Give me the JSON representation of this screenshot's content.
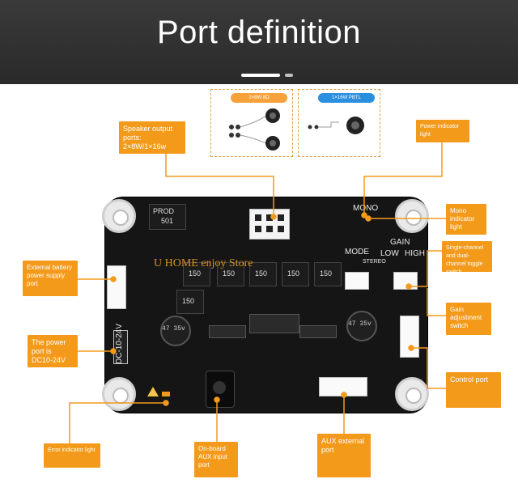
{
  "banner": {
    "title": "Port definition"
  },
  "reference_panels": [
    {
      "header": "2×8W 8Ω",
      "header_color": "#f6a13a"
    },
    {
      "header": "1×16W PBTL",
      "header_color": "#2b8fe0"
    }
  ],
  "callouts": {
    "speaker_output": "Speaker output ports: 2×8W/1×16w",
    "power_indicator": "Power indicator light",
    "mono_indicator": "Mono indicator light",
    "channel_toggle": "Single-channel and dual-channel toggle switch",
    "gain_adjustment": "Gain adjustment switch",
    "control_port": "Control port",
    "external_battery": "External battery power supply port",
    "power_port": "The power port is DC10-24V",
    "error_indicator": "Error indicator light",
    "onboard_aux": "On-board AUX input port",
    "aux_external": "AUX external port"
  },
  "board_silkscreen": {
    "pro_label": "PROD",
    "pro_num": "501",
    "mono": "MONO",
    "gain": "GAIN",
    "mode": "MODE",
    "low": "LOW",
    "high": "HIGH",
    "stereo": "STEREO",
    "dc_label": "DC-10-24V",
    "cap_rating_left": "47 35v",
    "cap_rating_right": "47 35v",
    "inductor_values": [
      "150",
      "150",
      "150",
      "150",
      "150",
      "150"
    ]
  },
  "watermark": "U HOME enjoy Store",
  "colors": {
    "accent": "#f39a1b",
    "banner": "#2e2e2e",
    "board": "#151515"
  }
}
